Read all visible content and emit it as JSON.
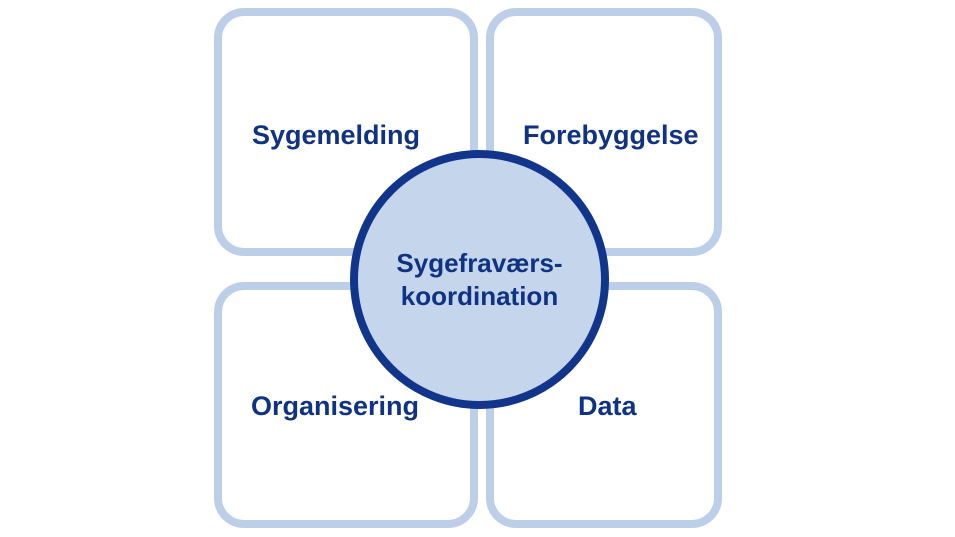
{
  "diagram": {
    "type": "hub-and-spoke-quadrant",
    "background_color": "#ffffff",
    "center": {
      "label": "Sygefraværs-\nkoordination",
      "line1": "Sygefraværs-",
      "line2": "koordination",
      "fill_color": "#c4d5ec",
      "border_color": "#11358a",
      "text_color": "#0f3282"
    },
    "quadrants": [
      {
        "id": "sygemelding",
        "label": "Sygemelding",
        "position": "top-left",
        "border_color": "#bdcfe8",
        "text_color": "#0f3282"
      },
      {
        "id": "forebyggelse",
        "label": "Forebyggelse",
        "position": "top-right",
        "border_color": "#bdcfe8",
        "text_color": "#0f3282"
      },
      {
        "id": "organisering",
        "label": "Organisering",
        "position": "bottom-left",
        "border_color": "#bdcfe8",
        "text_color": "#0f3282"
      },
      {
        "id": "data",
        "label": "Data",
        "position": "bottom-right",
        "border_color": "#bdcfe8",
        "text_color": "#0f3282"
      }
    ]
  }
}
